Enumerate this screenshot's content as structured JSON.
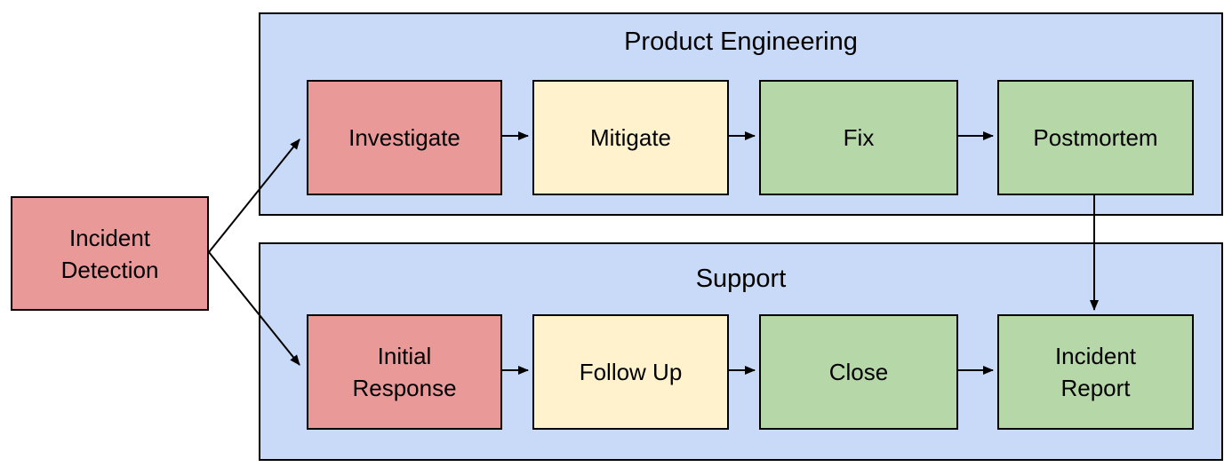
{
  "diagram_type": "flowchart",
  "colors": {
    "node_red": "#ea9999",
    "node_yellow": "#fff2cc",
    "node_green": "#b6d7a8",
    "lane_blue": "#c9daf8",
    "border": "#000000",
    "arrow": "#000000",
    "background": "#ffffff",
    "text": "#000000"
  },
  "lanes": [
    {
      "title": "Product Engineering",
      "color": "#c9daf8"
    },
    {
      "title": "Support",
      "color": "#c9daf8"
    }
  ],
  "nodes": {
    "incident_detection": {
      "label": "Incident Detection",
      "color": "#ea9999"
    },
    "investigate": {
      "label": "Investigate",
      "color": "#ea9999"
    },
    "mitigate": {
      "label": "Mitigate",
      "color": "#fff2cc"
    },
    "fix": {
      "label": "Fix",
      "color": "#b6d7a8"
    },
    "postmortem": {
      "label": "Postmortem",
      "color": "#b6d7a8"
    },
    "initial_response": {
      "label": "Initial Response",
      "color": "#ea9999"
    },
    "follow_up": {
      "label": "Follow Up",
      "color": "#fff2cc"
    },
    "close": {
      "label": "Close",
      "color": "#b6d7a8"
    },
    "incident_report": {
      "label": "Incident Report",
      "color": "#b6d7a8"
    }
  },
  "edges": [
    {
      "from": "Incident Detection",
      "to": "Investigate"
    },
    {
      "from": "Incident Detection",
      "to": "Initial Response"
    },
    {
      "from": "Investigate",
      "to": "Mitigate"
    },
    {
      "from": "Mitigate",
      "to": "Fix"
    },
    {
      "from": "Fix",
      "to": "Postmortem"
    },
    {
      "from": "Initial Response",
      "to": "Follow Up"
    },
    {
      "from": "Follow Up",
      "to": "Close"
    },
    {
      "from": "Close",
      "to": "Incident Report"
    },
    {
      "from": "Postmortem",
      "to": "Incident Report"
    }
  ]
}
